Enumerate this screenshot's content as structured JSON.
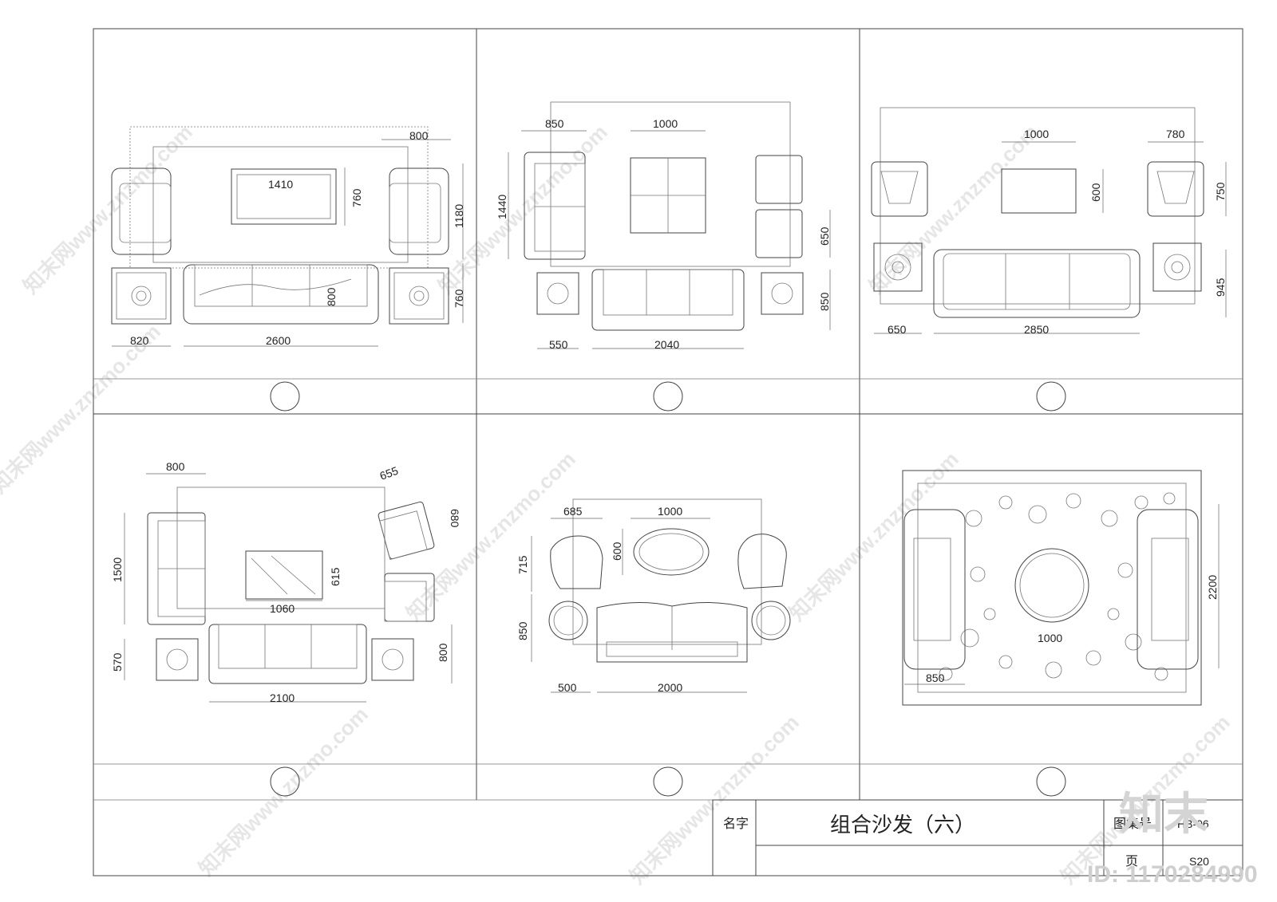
{
  "title_block": {
    "name_label": "名字",
    "title": "组合沙发（六）",
    "atlas_label": "图集号",
    "atlas_value": "HB-06",
    "page_label": "页",
    "page_value": "S20"
  },
  "panels": [
    {
      "dims": {
        "top_right": "800",
        "table": "1410",
        "depth": "760",
        "chair_depth": "1180",
        "sofa_depth": "800",
        "side_depth": "760",
        "side_w": "820",
        "sofa_w": "2600"
      }
    },
    {
      "dims": {
        "chair_w": "850",
        "table": "1000",
        "chair_len": "1440",
        "ottoman": "650",
        "sofa_d": "850",
        "side_w": "550",
        "sofa_w": "2040"
      }
    },
    {
      "dims": {
        "table": "1000",
        "chair_w": "780",
        "table_d": "600",
        "chair_d": "750",
        "sofa_d": "945",
        "side_w": "650",
        "sofa_w": "2850"
      }
    },
    {
      "dims": {
        "top": "800",
        "chair": "655",
        "chair_d": "680",
        "sofa_len": "1500",
        "table_d": "615",
        "table": "1060",
        "side": "570",
        "side2": "800",
        "sofa_w": "2100"
      }
    },
    {
      "dims": {
        "chair": "685",
        "table": "1000",
        "table_d": "600",
        "chair_d": "715",
        "sofa_d": "850",
        "side": "500",
        "sofa_w": "2000"
      }
    },
    {
      "dims": {
        "rug_d": "2200",
        "table": "1000",
        "chair": "850"
      }
    }
  ],
  "watermark": {
    "site": "知末网www.znzmo.com",
    "logo": "知末",
    "id": "ID: 1170284990"
  }
}
